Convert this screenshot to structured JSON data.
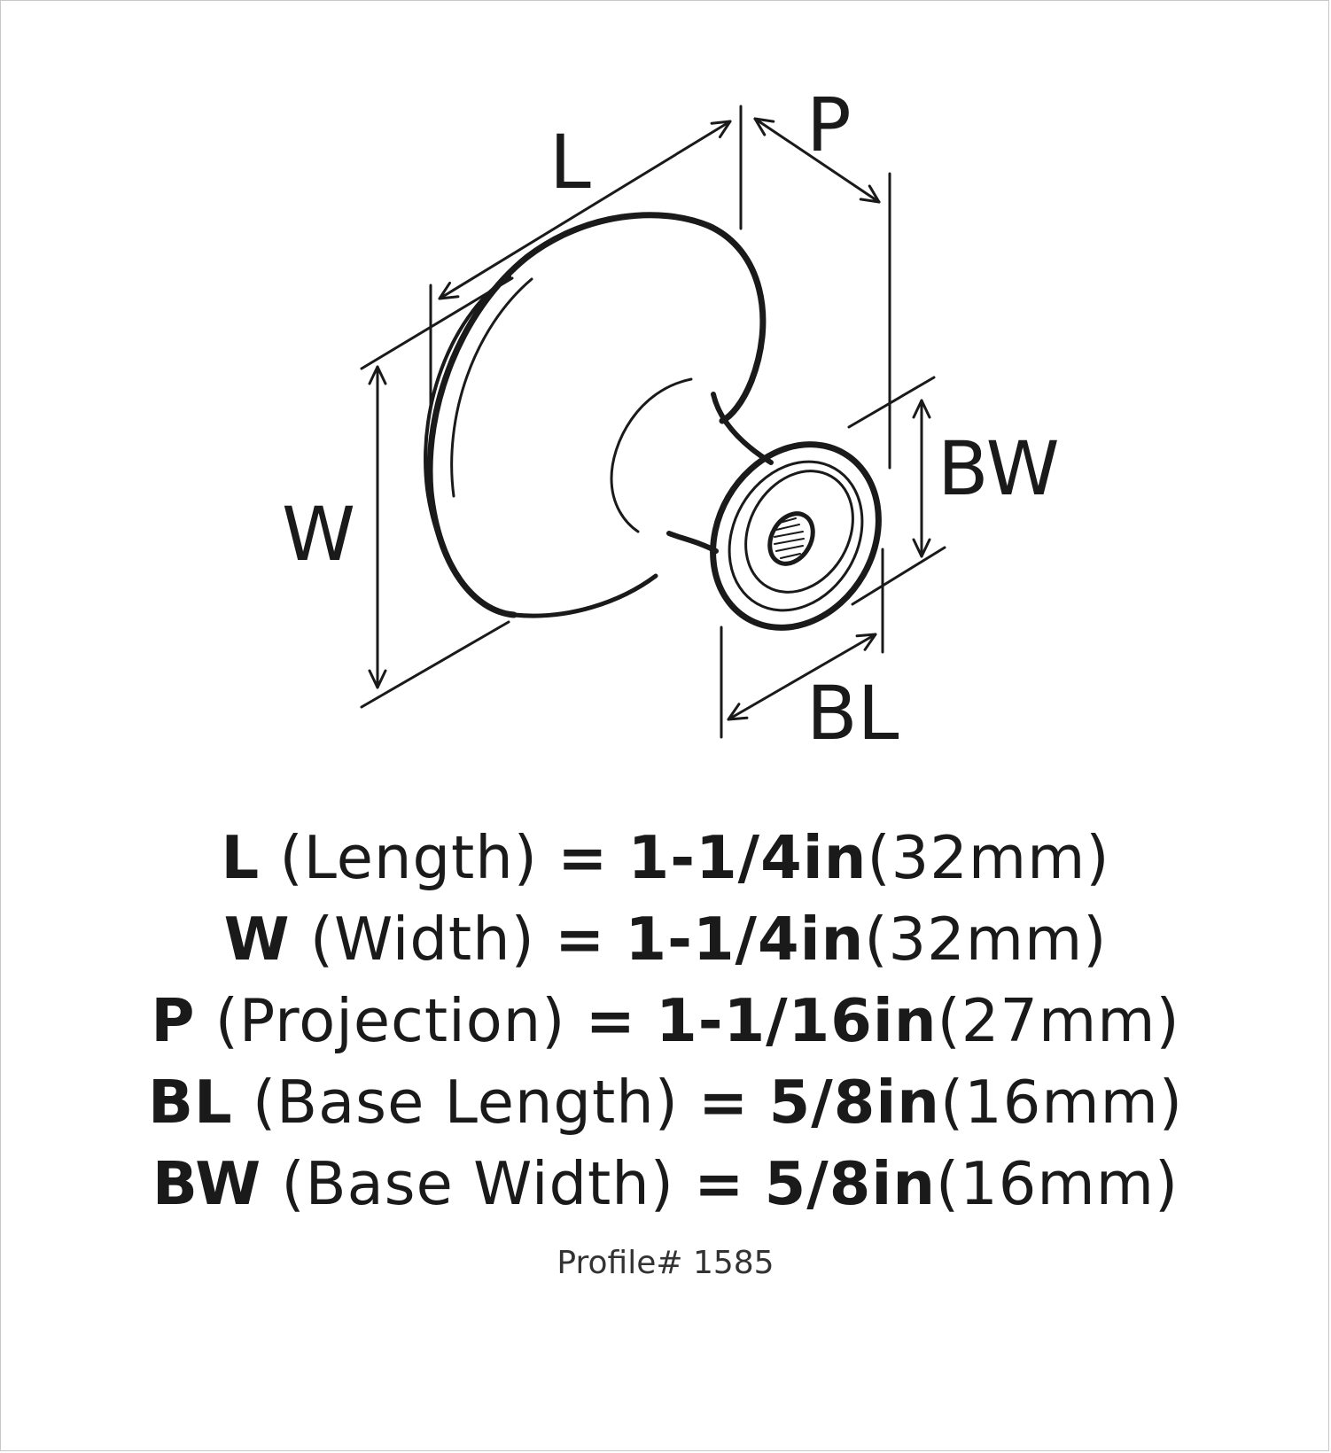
{
  "diagram": {
    "labels": {
      "L": "L",
      "P": "P",
      "W": "W",
      "BW": "BW",
      "BL": "BL"
    },
    "line_color": "#1a1a1a"
  },
  "specs": [
    {
      "code": "L",
      "name": "(Length)",
      "imperial": "1-1/4in",
      "metric": "(32mm)"
    },
    {
      "code": "W",
      "name": "(Width)",
      "imperial": "1-1/4in",
      "metric": "(32mm)"
    },
    {
      "code": "P",
      "name": "(Projection)",
      "imperial": "1-1/16in",
      "metric": "(27mm)"
    },
    {
      "code": "BL",
      "name": "(Base Length)",
      "imperial": "5/8in",
      "metric": "(16mm)"
    },
    {
      "code": "BW",
      "name": "(Base Width)",
      "imperial": "5/8in",
      "metric": "(16mm)"
    }
  ],
  "equals": "=",
  "profile": "Profile# 1585"
}
